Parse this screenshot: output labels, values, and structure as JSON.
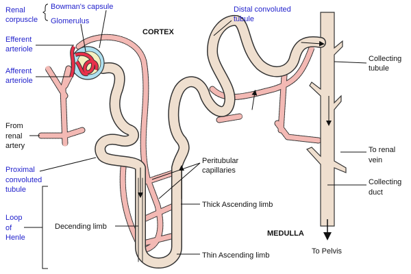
{
  "colors": {
    "tubule": "#efdfcf",
    "outline": "#333333",
    "capillary": "#f3b9b4",
    "capsule": "#aee0f0",
    "glomerulus": "#e8304a",
    "label_blue": "#2222cc"
  },
  "labels": {
    "renal_corpuscle": [
      "Renal",
      "corpuscle"
    ],
    "bowmans_capsule": "Bowman's capsule",
    "glomerulus": "Glomerulus",
    "cortex": "CORTEX",
    "efferent_arteriole": [
      "Efferent",
      "arteriole"
    ],
    "afferent_arteriole": [
      "Afferent",
      "arteriole"
    ],
    "from_renal_artery": [
      "From",
      "renal",
      "artery"
    ],
    "proximal_convoluted_tubule": [
      "Proximal",
      "convoluted",
      "tubule"
    ],
    "loop_of_henle": [
      "Loop",
      "of",
      "Henle"
    ],
    "decending_limb": "Decending limb",
    "distal_convoluted_tubule": [
      "Distal convoluted",
      "tubule"
    ],
    "collecting_tubule": [
      "Collecting",
      "tubule"
    ],
    "to_renal_vein": [
      "To renal",
      "vein"
    ],
    "collecting_duct": [
      "Collecting",
      "duct"
    ],
    "peritubular_capillaries": [
      "Peritubular",
      "capillaries"
    ],
    "thick_ascending_limb": "Thick Ascending limb",
    "thin_ascending_limb": "Thin Ascending limb",
    "medulla": "MEDULLA",
    "to_pelvis": "To Pelvis"
  }
}
